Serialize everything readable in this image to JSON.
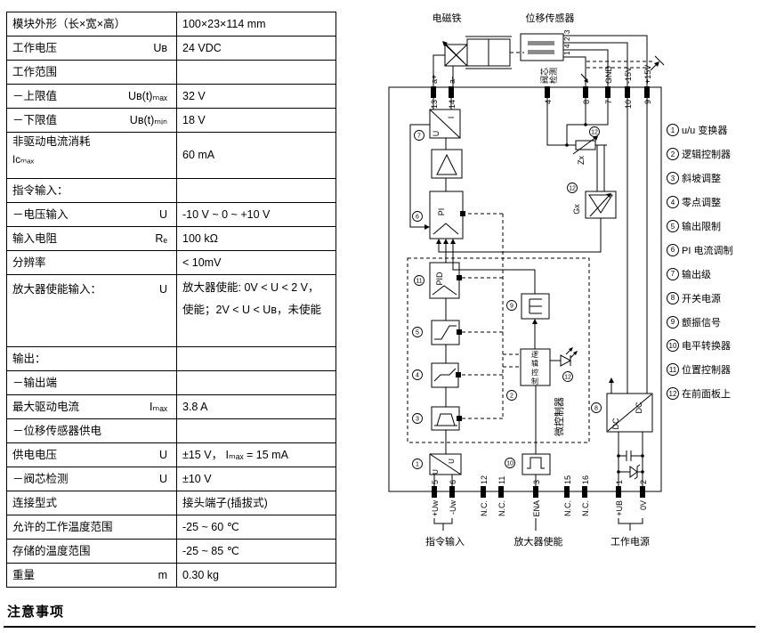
{
  "spec_table": {
    "rows": [
      {
        "label": "模块外形（长×宽×高）",
        "sym": "",
        "label2": "",
        "value": "100×23×114 mm"
      },
      {
        "label": "工作电压",
        "sym": "Uʙ",
        "label2": "",
        "value": "24 VDC"
      },
      {
        "label": "工作范围",
        "sym": "",
        "label2": "",
        "value": ""
      },
      {
        "label": "－上限值",
        "sym": "Uʙ(t)ₘₐₓ",
        "label2": "",
        "value": "32 V"
      },
      {
        "label": "－下限值",
        "sym": "Uʙ(t)ₘᵢₙ",
        "label2": "",
        "value": "18 V"
      },
      {
        "label": "非驱动电流消耗",
        "sym": "",
        "label2": "Iᴄₘₐₓ",
        "value": "60 mA"
      },
      {
        "label": "指令输入：",
        "sym": "",
        "label2": "",
        "value": ""
      },
      {
        "label": "－电压输入",
        "sym": "U",
        "label2": "",
        "value": "-10 V ~ 0 ~ +10 V"
      },
      {
        "label": "输入电阻",
        "sym": "Rₑ",
        "label2": "",
        "value": "100 kΩ"
      },
      {
        "label": "分辨率",
        "sym": "",
        "label2": "",
        "value": "< 10mV"
      },
      {
        "label": "放大器使能输入：",
        "sym": "U",
        "label2": "",
        "value": "放大器使能: 0V < U < 2 V，使能；2V < U < Uʙ，未使能"
      },
      {
        "label": "输出：",
        "sym": "",
        "label2": "",
        "value": ""
      },
      {
        "label": "－输出端",
        "sym": "",
        "label2": "",
        "value": ""
      },
      {
        "label": "最大驱动电流",
        "sym": "Iₘₐₓ",
        "label2": "",
        "value": "3.8 A"
      },
      {
        "label": "－位移传感器供电",
        "sym": "",
        "label2": "",
        "value": ""
      },
      {
        "label": "供电电压",
        "sym": "U",
        "label2": "",
        "value": "±15 V，  Iₘₐₓ = 15 mA"
      },
      {
        "label": "－阀芯检测",
        "sym": "U",
        "label2": "",
        "value": "±10 V"
      },
      {
        "label": "连接型式",
        "sym": "",
        "label2": "",
        "value": "接头端子(插拔式)"
      },
      {
        "label": "允许的工作温度范围",
        "sym": "",
        "label2": "",
        "value": "-25 ~ 60  ℃"
      },
      {
        "label": "存储的温度范围",
        "sym": "",
        "label2": "",
        "value": "-25 ~ 85  ℃"
      },
      {
        "label": "重量",
        "sym": "m",
        "label2": "",
        "value": "0.30 kg"
      }
    ]
  },
  "legend": [
    {
      "n": "1",
      "t": "u/u 变换器"
    },
    {
      "n": "2",
      "t": "逻辑控制器"
    },
    {
      "n": "3",
      "t": "斜坡调整"
    },
    {
      "n": "4",
      "t": "零点调整"
    },
    {
      "n": "5",
      "t": "输出限制"
    },
    {
      "n": "6",
      "t": "PI 电流调制"
    },
    {
      "n": "7",
      "t": "输出级"
    },
    {
      "n": "8",
      "t": "开关电源"
    },
    {
      "n": "9",
      "t": "颤振信号"
    },
    {
      "n": "10",
      "t": "电平转换器"
    },
    {
      "n": "11",
      "t": "位置控制器"
    },
    {
      "n": "12",
      "t": "在前面板上"
    }
  ],
  "diagram": {
    "labels": {
      "solenoid": "电磁铁",
      "sensor": "位移传感器",
      "a_plus": "a+",
      "a_minus": "a-",
      "valve_check_a": "阀芯",
      "valve_check_b": "检测",
      "gnd": "GND",
      "m15": "-15V",
      "p15": "+15V",
      "uw_p": "+Uw",
      "uw_m": "-Uw",
      "nc": "N.C.",
      "ena": "ENA",
      "ub": "+UB",
      "zv": "0V",
      "u": "U",
      "i": "I",
      "pi": "PI",
      "pid": "PID",
      "dc": "DC",
      "zx": "Zx",
      "gx": "Gx",
      "micro": "微控制器"
    },
    "logic_chars": [
      "逻",
      "辑",
      "控",
      "制"
    ],
    "captions": {
      "cmd": "指令输入",
      "enable": "放大器使能",
      "power": "工作电源"
    },
    "top_pins": [
      "13",
      "14",
      "4",
      "8",
      "7",
      "10",
      "9"
    ],
    "bottom_pins": [
      "5",
      "6",
      "12",
      "11",
      "3",
      "15",
      "16",
      "1",
      "2"
    ],
    "sensor_pins": [
      "3",
      "2",
      "4",
      "1"
    ],
    "refs": {
      "r1": "1",
      "r2": "2",
      "r3": "3",
      "r4": "4",
      "r5": "5",
      "r6": "6",
      "r7": "7",
      "r8": "8",
      "r9": "9",
      "r10": "10",
      "r11": "11",
      "r12": "12"
    }
  },
  "notes_heading": "注意事项"
}
